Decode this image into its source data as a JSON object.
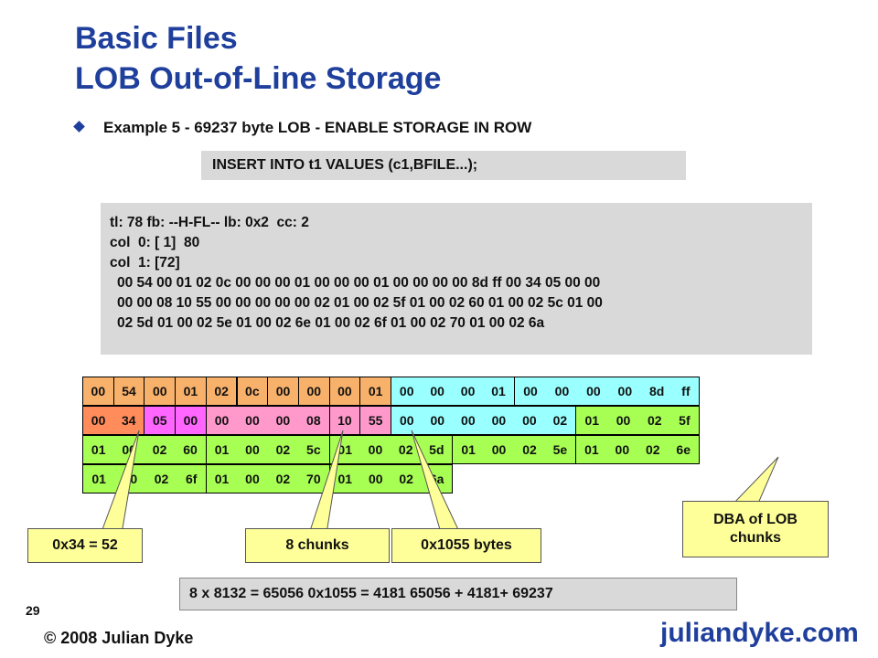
{
  "title": {
    "line1": "Basic Files",
    "line2": "LOB Out-of-Line Storage"
  },
  "bullet": "Example 5 - 69237 byte LOB - ENABLE STORAGE IN ROW",
  "insert_statement": "INSERT INTO t1 VALUES (c1,BFILE...);",
  "dump_lines": [
    "tl: 78 fb: --H-FL-- lb: 0x2  cc: 2",
    "col  0: [ 1]  80",
    "col  1: [72]",
    "00 54 00 01 02 0c 00 00 00 01 00 00 00 01 00 00 00 00 8d ff 00 34 05 00 00",
    "00 00 08 10 55 00 00 00 00 00 02 01 00 02 5f 01 00 02 60 01 00 02 5c 01 00",
    "02 5d 01 00 02 5e 01 00 02 6e 01 00 02 6f 01 00 02 70 01 00 02 6a"
  ],
  "colors": {
    "orange": "#f8b16a",
    "cyan": "#99ffff",
    "salmon": "#ff8c5a",
    "magenta": "#ff66ff",
    "pink": "#ff99cc",
    "green": "#a8ff54",
    "callout": "#ffff99",
    "title": "#1f3f9c"
  },
  "grid_rows": [
    [
      {
        "color": "orange",
        "bytes": [
          "00"
        ]
      },
      {
        "color": "orange",
        "bytes": [
          "54"
        ]
      },
      {
        "color": "orange",
        "bytes": [
          "00"
        ]
      },
      {
        "color": "orange",
        "bytes": [
          "01"
        ]
      },
      {
        "color": "orange",
        "bytes": [
          "02"
        ]
      },
      {
        "color": "orange",
        "bytes": [
          "0c"
        ]
      },
      {
        "color": "orange",
        "bytes": [
          "00"
        ]
      },
      {
        "color": "orange",
        "bytes": [
          "00"
        ]
      },
      {
        "color": "orange",
        "bytes": [
          "00"
        ]
      },
      {
        "color": "orange",
        "bytes": [
          "01"
        ]
      },
      {
        "color": "cyan",
        "bytes": [
          "00",
          "00",
          "00",
          "01"
        ]
      },
      {
        "color": "cyan",
        "bytes": [
          "00",
          "00",
          "00",
          "00",
          "8d",
          "ff"
        ]
      }
    ],
    [
      {
        "color": "salmon",
        "bytes": [
          "00",
          "34"
        ]
      },
      {
        "color": "magenta",
        "bytes": [
          "05"
        ]
      },
      {
        "color": "magenta",
        "bytes": [
          "00"
        ]
      },
      {
        "color": "pink",
        "bytes": [
          "00",
          "00",
          "00",
          "08"
        ]
      },
      {
        "color": "pink",
        "bytes": [
          "10"
        ]
      },
      {
        "color": "pink",
        "bytes": [
          "55"
        ]
      },
      {
        "color": "cyan",
        "bytes": [
          "00",
          "00",
          "00",
          "00",
          "00",
          "02"
        ]
      },
      {
        "color": "green",
        "bytes": [
          "01",
          "00",
          "02",
          "5f"
        ]
      }
    ],
    [
      {
        "color": "green",
        "bytes": [
          "01",
          "00",
          "02",
          "60"
        ]
      },
      {
        "color": "green",
        "bytes": [
          "01",
          "00",
          "02",
          "5c"
        ]
      },
      {
        "color": "green",
        "bytes": [
          "01",
          "00",
          "02",
          "5d"
        ]
      },
      {
        "color": "green",
        "bytes": [
          "01",
          "00",
          "02",
          "5e"
        ]
      },
      {
        "color": "green",
        "bytes": [
          "01",
          "00",
          "02",
          "6e"
        ]
      }
    ],
    [
      {
        "color": "green",
        "bytes": [
          "01",
          "00",
          "02",
          "6f"
        ]
      },
      {
        "color": "green",
        "bytes": [
          "01",
          "00",
          "02",
          "70"
        ]
      },
      {
        "color": "green",
        "bytes": [
          "01",
          "00",
          "02",
          "6a"
        ]
      }
    ]
  ],
  "callouts": {
    "length": "0x34 = 52",
    "chunks": "8 chunks",
    "bytes": "0x1055 bytes",
    "dba_line1": "DBA of LOB",
    "dba_line2": "chunks"
  },
  "formula": "8 x 8132 = 65056     0x1055 = 4181      65056 + 4181+ 69237",
  "page_number": "29",
  "copyright": "© 2008 Julian Dyke",
  "brand": "juliandyke.com"
}
